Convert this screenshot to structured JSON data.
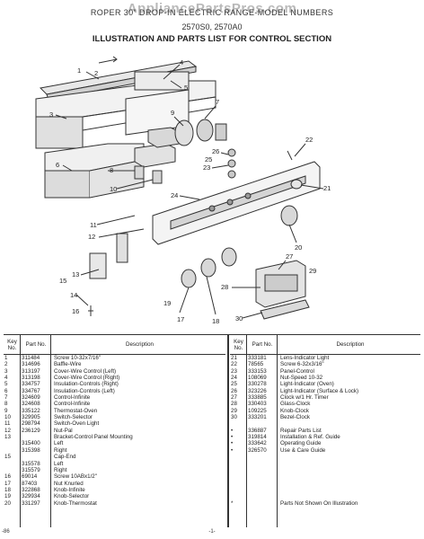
{
  "header": {
    "watermark": "AppliancePartsPros.com",
    "title_line1": "ROPER 30\" DROP-IN ELECTRIC RANGE-MODEL NUMBERS",
    "models": "2570S0, 2570A0",
    "section_title": "ILLUSTRATION AND PARTS LIST FOR CONTROL SECTION"
  },
  "callouts": [
    "1",
    "2",
    "3",
    "4",
    "5",
    "6",
    "7",
    "8",
    "9",
    "10",
    "11",
    "12",
    "13",
    "14",
    "15",
    "16",
    "17",
    "18",
    "19",
    "20",
    "21",
    "22",
    "23",
    "24",
    "25",
    "26",
    "27",
    "28",
    "29",
    "30"
  ],
  "table_headers": {
    "key": "Key No.",
    "part": "Part No.",
    "description": "Description"
  },
  "left_rows": [
    {
      "key": "1",
      "part": "311484",
      "desc": "Screw 10-32x7/16\""
    },
    {
      "key": "2",
      "part": "314696",
      "desc": "Baffle-Wire"
    },
    {
      "key": "3",
      "part": "313197",
      "desc": "Cover-Wire Control (Left)"
    },
    {
      "key": "4",
      "part": "313198",
      "desc": "Cover-Wire Control (Right)"
    },
    {
      "key": "5",
      "part": "334757",
      "desc": "Insulation-Controls (Right)"
    },
    {
      "key": "6",
      "part": "334767",
      "desc": "Insulation-Controls (Left)"
    },
    {
      "key": "7",
      "part": "324609",
      "desc": "Control-Infinite"
    },
    {
      "key": "8",
      "part": "324608",
      "desc": "Control-Infinite"
    },
    {
      "key": "9",
      "part": "335122",
      "desc": "Thermostat-Oven"
    },
    {
      "key": "10",
      "part": "329905",
      "desc": "Switch-Selector"
    },
    {
      "key": "11",
      "part": "298794",
      "desc": "Switch-Oven Light"
    },
    {
      "key": "12",
      "part": "236129",
      "desc": "Nut-Pal"
    },
    {
      "key": "13",
      "part": "",
      "desc": "Bracket-Control Panel Mounting"
    },
    {
      "key": "",
      "part": "315400",
      "desc": "Left"
    },
    {
      "key": "",
      "part": "315398",
      "desc": "Right"
    },
    {
      "key": "15",
      "part": "",
      "desc": "Cap-End"
    },
    {
      "key": "",
      "part": "315578",
      "desc": "Left"
    },
    {
      "key": "",
      "part": "315579",
      "desc": "Right"
    },
    {
      "key": "16",
      "part": "69014",
      "desc": "Screw 10ABx1/2\""
    },
    {
      "key": "17",
      "part": "87403",
      "desc": "Nut Knurled"
    },
    {
      "key": "18",
      "part": "322868",
      "desc": "Knob-Infinite"
    },
    {
      "key": "19",
      "part": "329934",
      "desc": "Knob-Selector"
    },
    {
      "key": "20",
      "part": "331297",
      "desc": "Knob-Thermostat"
    }
  ],
  "right_rows": [
    {
      "key": "21",
      "part": "333181",
      "desc": "Lens-Indicator Light"
    },
    {
      "key": "22",
      "part": "78565",
      "desc": "Screw 6-32x3/16\""
    },
    {
      "key": "23",
      "part": "333153",
      "desc": "Panel-Control"
    },
    {
      "key": "24",
      "part": "108069",
      "desc": "Nut-Speed 10-32"
    },
    {
      "key": "25",
      "part": "330278",
      "desc": "Light-Indicator (Oven)"
    },
    {
      "key": "26",
      "part": "323226",
      "desc": "Light-Indicator (Surface & Lock)"
    },
    {
      "key": "27",
      "part": "333885",
      "desc": "Clock w/1 Hr. Timer"
    },
    {
      "key": "28",
      "part": "330403",
      "desc": "Glass-Clock"
    },
    {
      "key": "29",
      "part": "109225",
      "desc": "Knob-Clock"
    },
    {
      "key": "30",
      "part": "333201",
      "desc": "Bezel-Clock"
    },
    {
      "key": "",
      "part": "",
      "desc": ""
    },
    {
      "key": "•",
      "part": "336887",
      "desc": "Repair Parts List"
    },
    {
      "key": "•",
      "part": "319814",
      "desc": "Installation & Ref. Guide"
    },
    {
      "key": "•",
      "part": "333642",
      "desc": "Operating Guide"
    },
    {
      "key": "•",
      "part": "326570",
      "desc": "Use & Care Guide"
    },
    {
      "key": "",
      "part": "",
      "desc": ""
    },
    {
      "key": "",
      "part": "",
      "desc": ""
    },
    {
      "key": "",
      "part": "",
      "desc": ""
    },
    {
      "key": "",
      "part": "",
      "desc": ""
    },
    {
      "key": "",
      "part": "",
      "desc": ""
    },
    {
      "key": "",
      "part": "",
      "desc": ""
    },
    {
      "key": "",
      "part": "",
      "desc": ""
    },
    {
      "key": "*",
      "part": "",
      "desc": "Parts Not Shown On Illustration"
    }
  ],
  "footer": {
    "left": "-86",
    "page": "-1-"
  }
}
